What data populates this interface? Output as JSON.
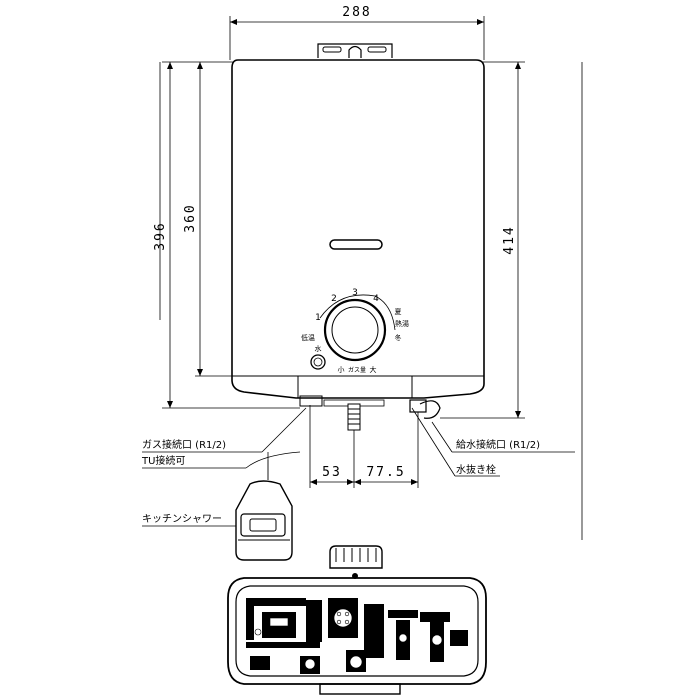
{
  "dimensions": {
    "width_total": "288",
    "height_outer": "396",
    "height_inner": "360",
    "height_right": "414",
    "offset_gas": "53",
    "offset_water": "77.5"
  },
  "dial": {
    "numbers": [
      "1",
      "2",
      "3",
      "4"
    ],
    "labels": {
      "low_temp": "低温",
      "summer": "夏",
      "high_temp": "熱湯",
      "winter": "冬",
      "water": "水",
      "small": "小",
      "gas_amount": "ガス量",
      "large": "大"
    }
  },
  "callouts": {
    "gas_port": "ガス接続口 (R1/2)",
    "tu_connect": "TU接続可",
    "water_port": "給水接続口 (R1/2)",
    "drain_plug": "水抜き栓",
    "kitchen_shower": "キッチンシャワー"
  },
  "colors": {
    "line": "#000000",
    "background": "#ffffff",
    "body_fill": "#ffffff"
  }
}
